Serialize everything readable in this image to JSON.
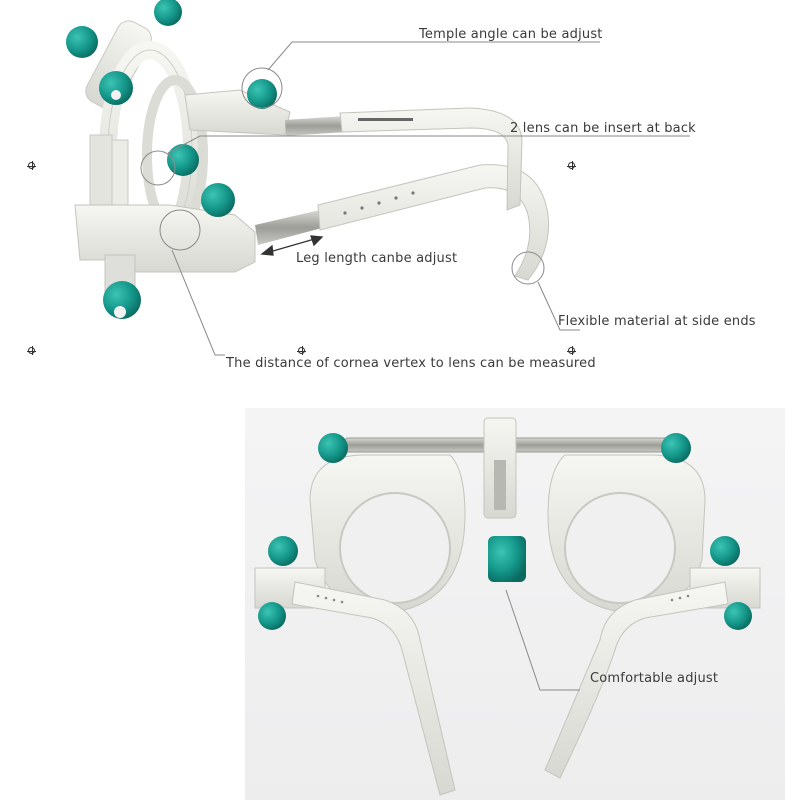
{
  "annotations": {
    "temple_angle": "Temple angle can be adjust",
    "lens_insert": "2 lens can be insert at back",
    "leg_length": "Leg length canbe adjust",
    "flexible_material": "Flexible material at side ends",
    "cornea_distance": "The distance of cornea vertex to lens can be measured",
    "comfortable_adjust": "Comfortable adjust"
  },
  "colors": {
    "teal_ball": "#14978a",
    "frame_white": "#eeeeea",
    "frame_shadow": "#c9c9c3",
    "metal": "#a9a9a4",
    "leader_line": "#8a8a8a"
  },
  "icons": [
    "registration-mark-icon"
  ]
}
